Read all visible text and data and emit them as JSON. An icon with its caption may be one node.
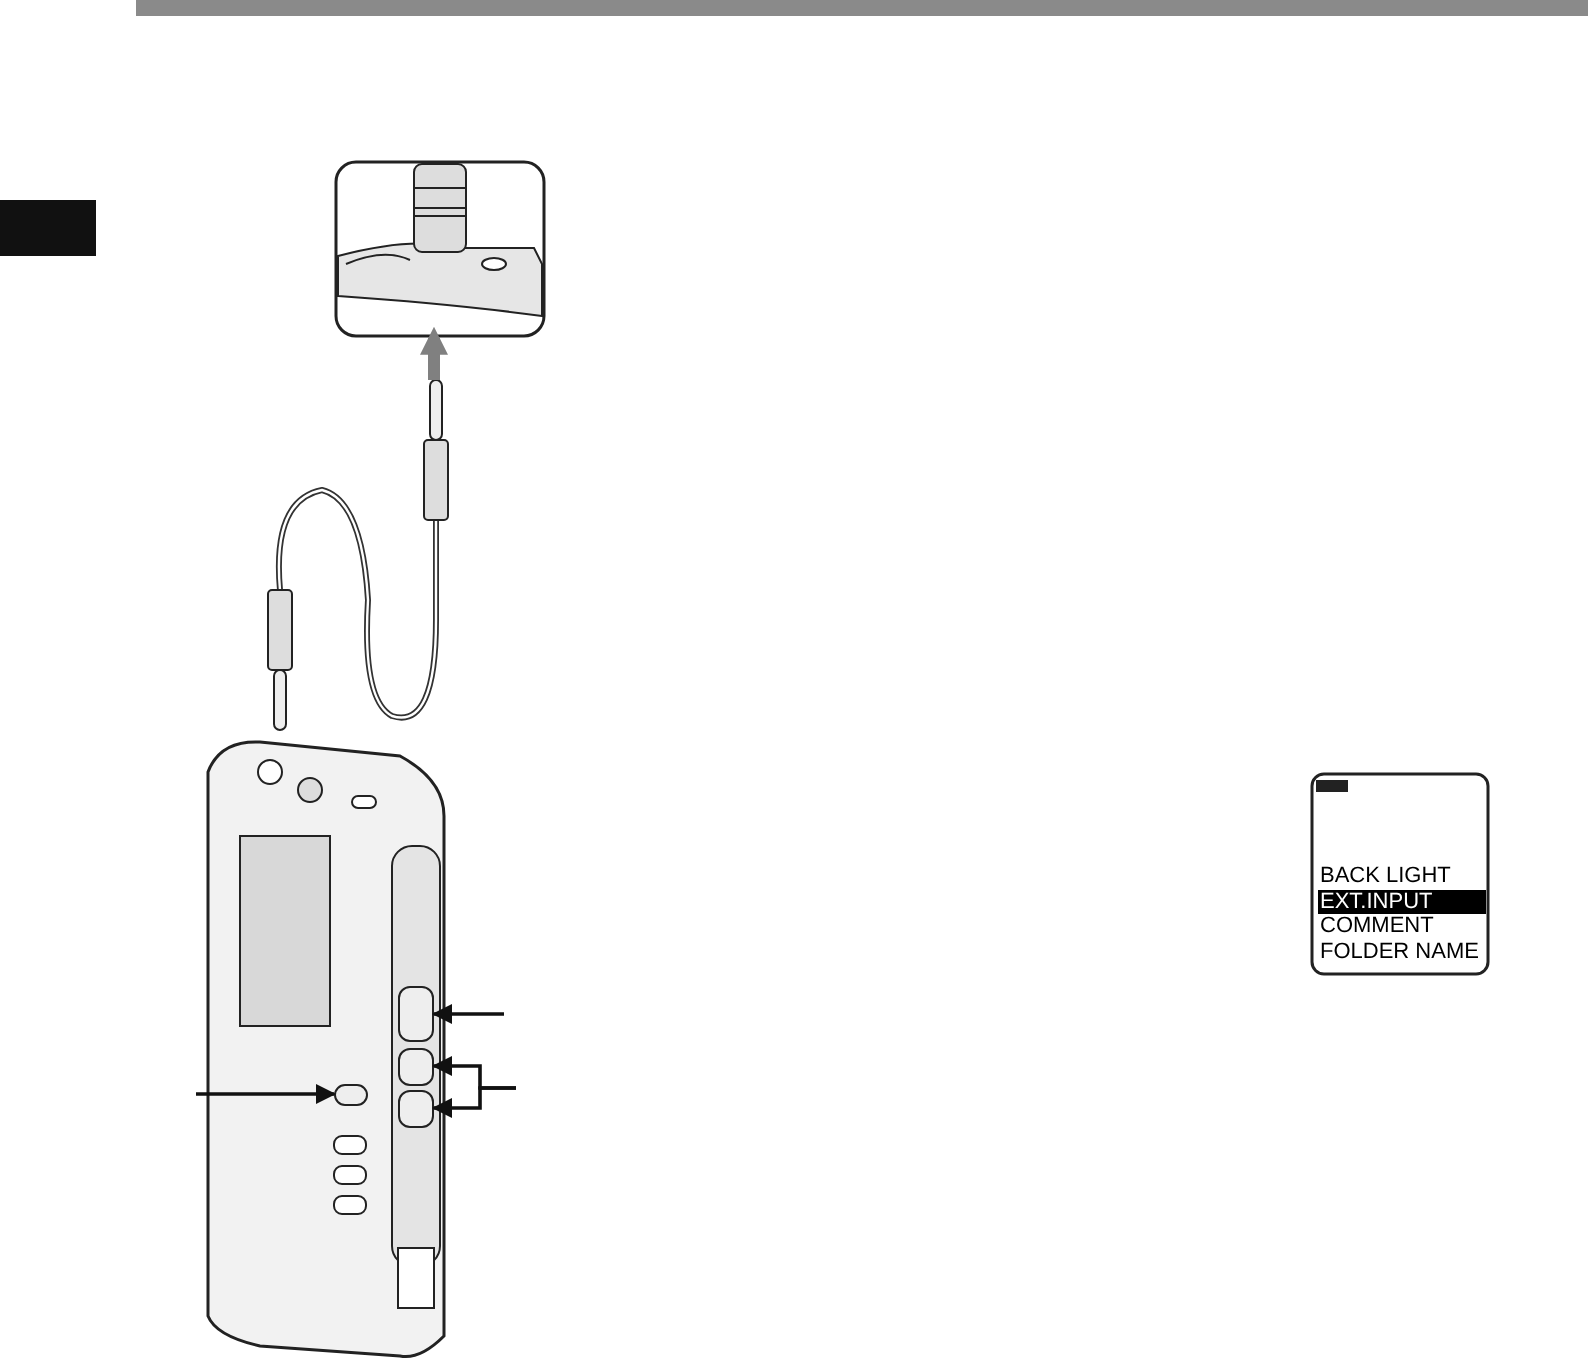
{
  "diagram": {
    "nodes": [
      {
        "text": [],
        "shape": "picture"
      },
      {
        "text": [],
        "shape": "picture"
      },
      {
        "text": [],
        "shape": "picture"
      },
      {
        "text": [],
        "shape": "box",
        "in": 2
      },
      {
        "text": [],
        "shape": "box",
        "in": 2
      },
      {
        "text": [],
        "shape": "box",
        "in": 2
      },
      {
        "text": [],
        "shape": "box",
        "in": 2
      },
      {
        "text": [
          "BACK LIGHT",
          "EXT.INPUT",
          "COMMENT",
          "FOLDER NAME"
        ]
      }
    ],
    "edges": [
      {
        "from": 1,
        "to": 0,
        "arrow": "to",
        "style": "thick",
        "color": "#808080"
      },
      {
        "from": null,
        "to": 3,
        "arrow": "to"
      },
      {
        "from": null,
        "to": 4,
        "arrow": "to"
      },
      {
        "from": null,
        "to": 5,
        "arrow": "to"
      },
      {
        "from": null,
        "to": 6,
        "arrow": "to"
      }
    ]
  }
}
